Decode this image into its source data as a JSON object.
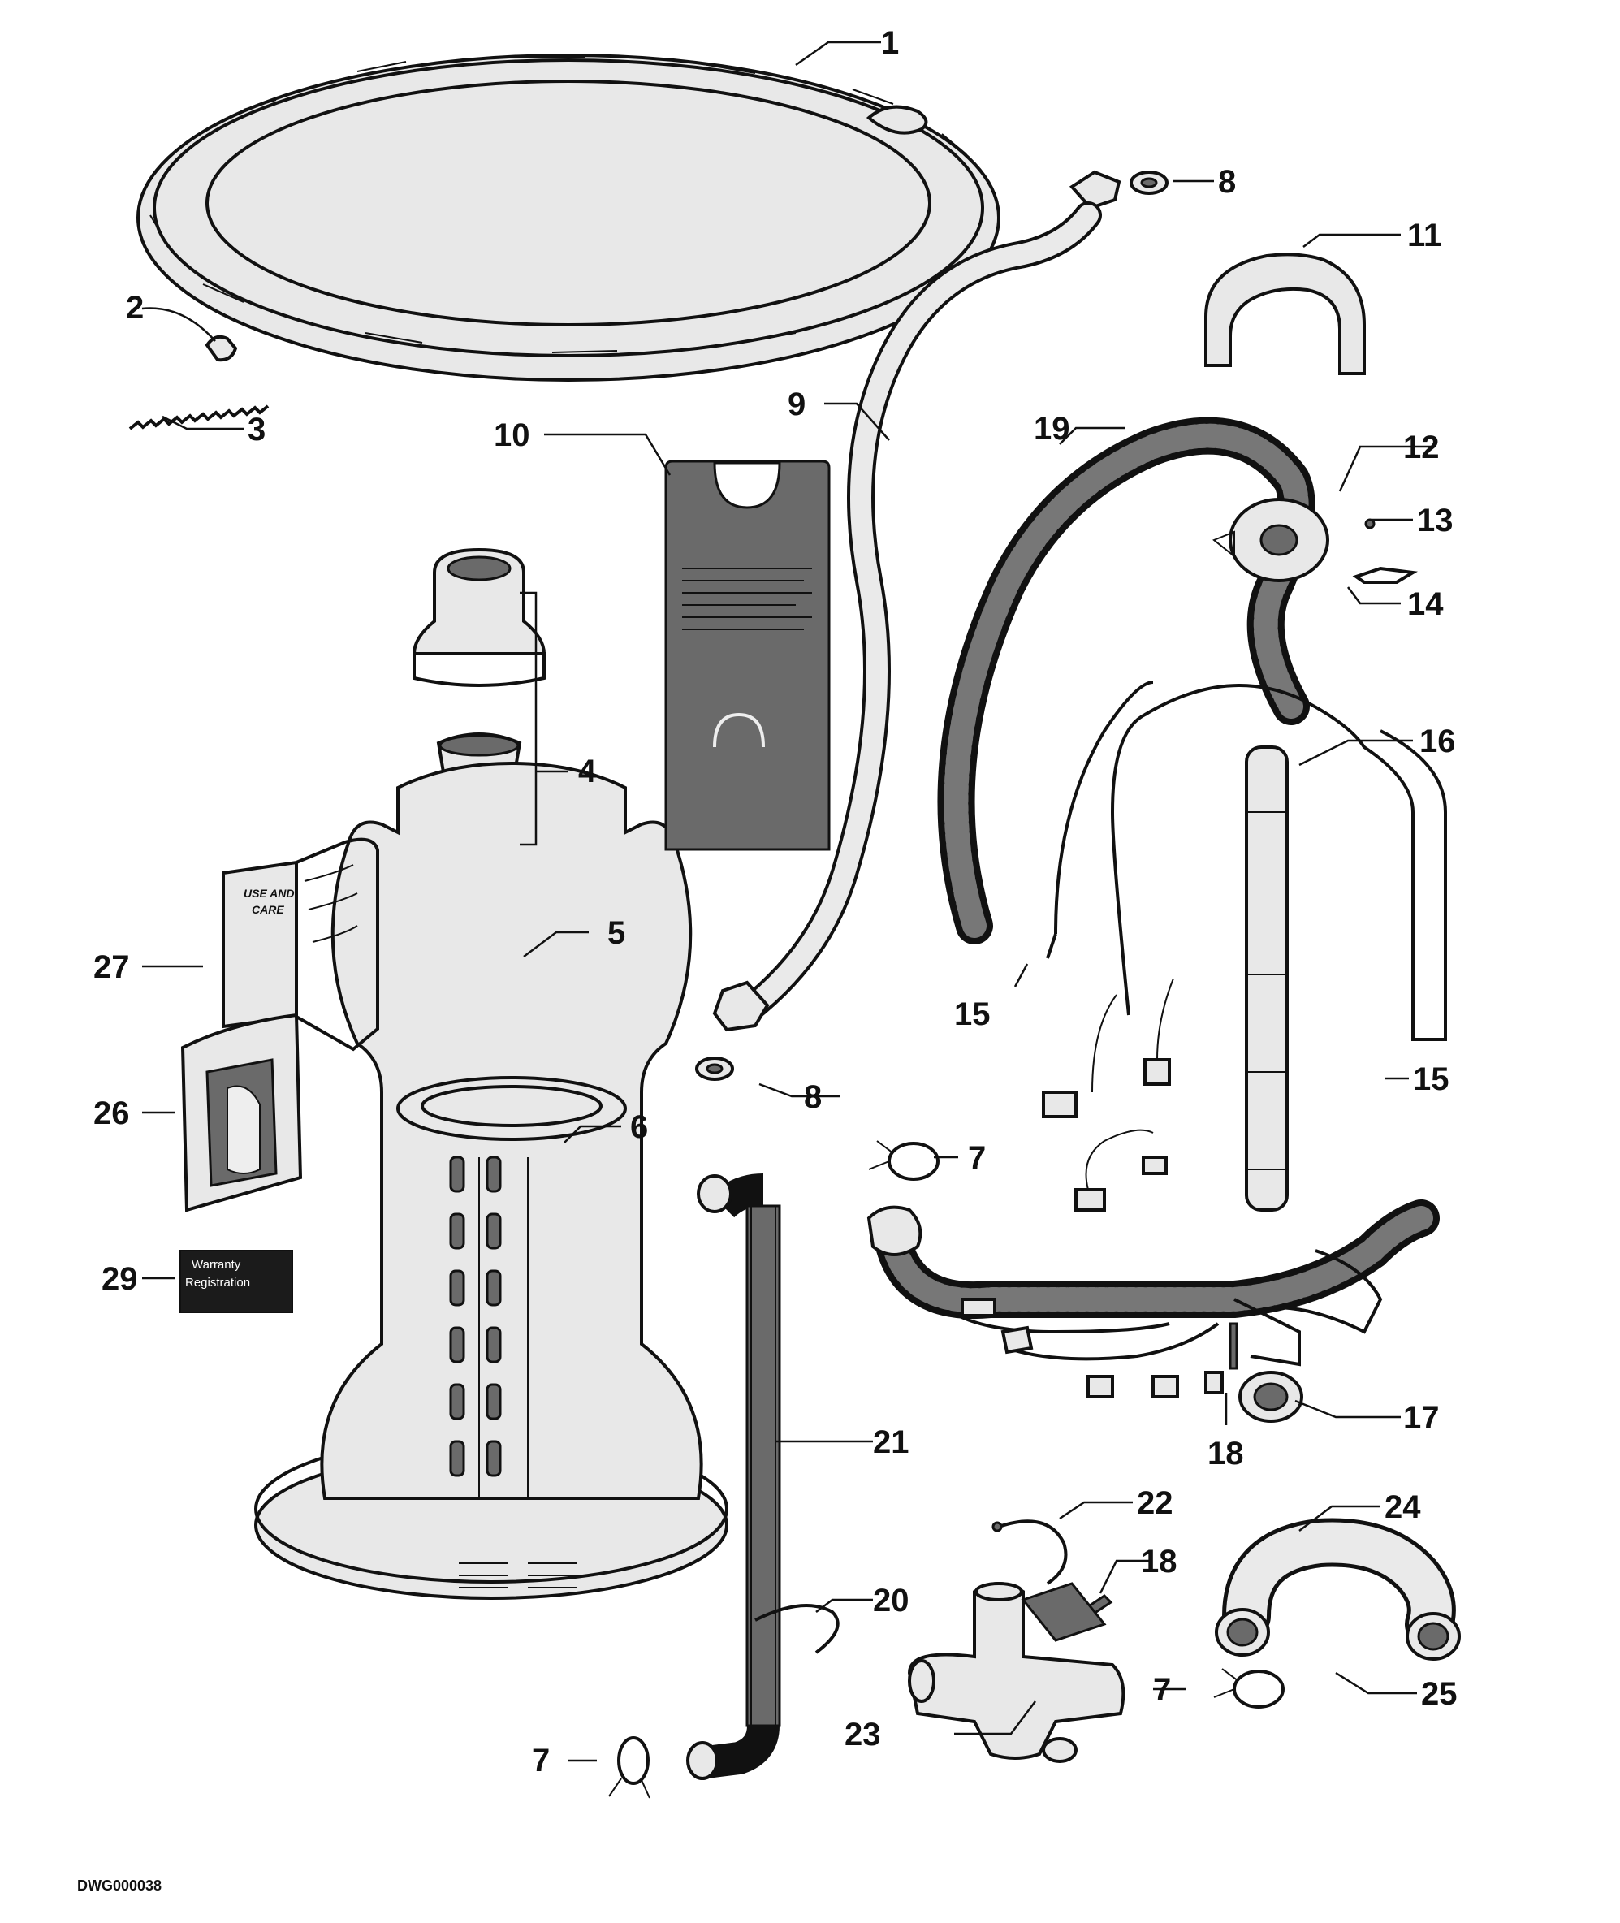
{
  "drawing_number": "DWG000038",
  "callouts": [
    {
      "id": "c1",
      "text": "1"
    },
    {
      "id": "c2",
      "text": "2"
    },
    {
      "id": "c3",
      "text": "3"
    },
    {
      "id": "c4",
      "text": "4"
    },
    {
      "id": "c5",
      "text": "5"
    },
    {
      "id": "c6",
      "text": "6"
    },
    {
      "id": "c7a",
      "text": "7"
    },
    {
      "id": "c7b",
      "text": "7"
    },
    {
      "id": "c7c",
      "text": "7"
    },
    {
      "id": "c8a",
      "text": "8"
    },
    {
      "id": "c8b",
      "text": "8"
    },
    {
      "id": "c9",
      "text": "9"
    },
    {
      "id": "c10",
      "text": "10"
    },
    {
      "id": "c11",
      "text": "11"
    },
    {
      "id": "c12",
      "text": "12"
    },
    {
      "id": "c13",
      "text": "13"
    },
    {
      "id": "c14",
      "text": "14"
    },
    {
      "id": "c15a",
      "text": "15"
    },
    {
      "id": "c15b",
      "text": "15"
    },
    {
      "id": "c16",
      "text": "16"
    },
    {
      "id": "c17",
      "text": "17"
    },
    {
      "id": "c18a",
      "text": "18"
    },
    {
      "id": "c18b",
      "text": "18"
    },
    {
      "id": "c19",
      "text": "19"
    },
    {
      "id": "c20",
      "text": "20"
    },
    {
      "id": "c21",
      "text": "21"
    },
    {
      "id": "c22",
      "text": "22"
    },
    {
      "id": "c23",
      "text": "23"
    },
    {
      "id": "c24",
      "text": "24"
    },
    {
      "id": "c25",
      "text": "25"
    },
    {
      "id": "c26",
      "text": "26"
    },
    {
      "id": "c27",
      "text": "27"
    },
    {
      "id": "c29",
      "text": "29"
    }
  ],
  "manual_cover": {
    "line1": "USE AND",
    "line2": "CARE"
  },
  "registration_card": {
    "line1": "Warranty",
    "line2": "Registration"
  }
}
